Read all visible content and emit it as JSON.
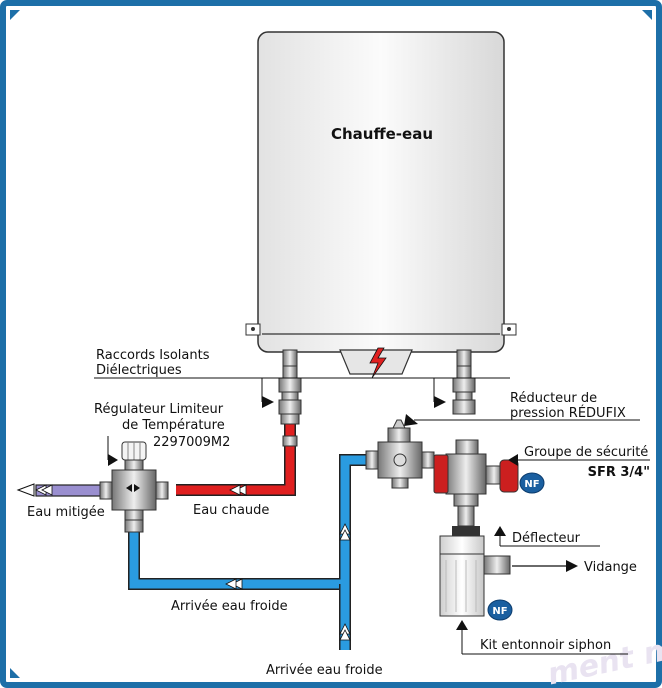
{
  "heater": {
    "title": "Chauffe-eau"
  },
  "labels": {
    "raccords_line1": "Raccords Isolants",
    "raccords_line2": "Diélectriques",
    "regulateur_line1": "Régulateur Limiteur",
    "regulateur_line2": "de Température",
    "regulateur_ref": "2297009M2",
    "reducteur_line1": "Réducteur de",
    "reducteur_line2": "pression RÉDUFIX",
    "groupe": "Groupe de sécurité",
    "groupe_model": "SFR 3/4\"",
    "eau_mitigee": "Eau mitigée",
    "eau_chaude": "Eau chaude",
    "deflecteur": "Déflecteur",
    "vidange": "Vidange",
    "arrivee_eau_froide_1": "Arrivée eau froide",
    "arrivee_eau_froide_2": "Arrivée eau froide",
    "kit": "Kit entonnoir siphon",
    "nf_badge_1": "NF",
    "nf_badge_2": "NF",
    "watermark": "ment m"
  },
  "colors": {
    "frame": "#1d6fa8",
    "hot_pipe": "#e02020",
    "cold_pipe": "#2a9be0",
    "mixed_pipe": "#9a8fd0",
    "heater_body": "#eeeeee",
    "nf_badge": "#1a5fa0",
    "groupe_red": "#cc1f1f"
  }
}
